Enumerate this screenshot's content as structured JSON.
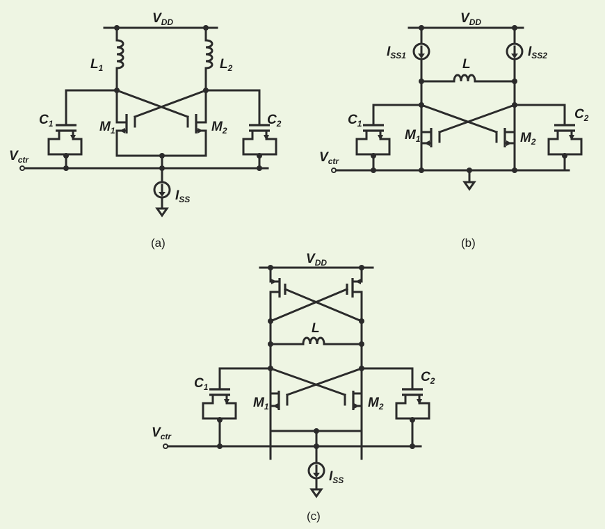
{
  "labels": {
    "vdd_main": "V",
    "vdd_sub": "DD",
    "vctr_main": "V",
    "vctr_sub": "ctr",
    "iss_main": "I",
    "iss_sub": "SS",
    "iss1_main": "I",
    "iss1_sub": "SS1",
    "iss2_main": "I",
    "iss2_sub": "SS2",
    "l": "L",
    "l1_main": "L",
    "l1_sub": "1",
    "l2_main": "L",
    "l2_sub": "2",
    "m1_main": "M",
    "m1_sub": "1",
    "m2_main": "M",
    "m2_sub": "2",
    "c1_main": "C",
    "c1_sub": "1",
    "c2_main": "C",
    "c2_sub": "2"
  },
  "captions": {
    "a": "(a)",
    "b": "(b)",
    "c": "(c)"
  },
  "colors": {
    "background": "#eef5e3",
    "wire": "#2b2b2b"
  }
}
